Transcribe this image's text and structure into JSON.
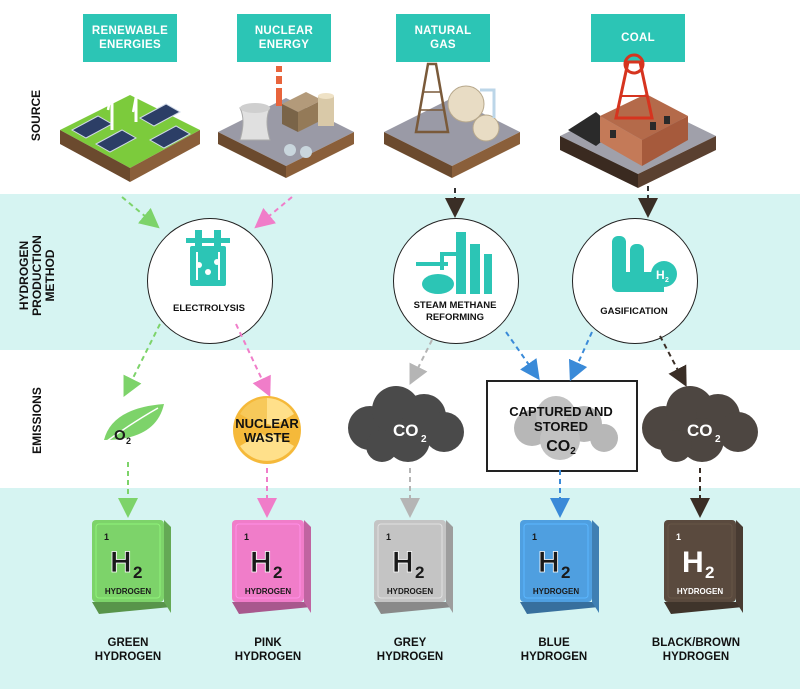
{
  "rows": {
    "source": "SOURCE",
    "method": "HYDROGEN\nPRODUCTION\nMETHOD",
    "emissions": "EMISSIONS"
  },
  "sources": [
    {
      "label": "RENEWABLE\nENERGIES"
    },
    {
      "label": "NUCLEAR\nENERGY"
    },
    {
      "label": "NATURAL\nGAS"
    },
    {
      "label": "COAL"
    }
  ],
  "methods": [
    {
      "label": "ELECTROLYSIS"
    },
    {
      "label": "STEAM METHANE\nREFORMING"
    },
    {
      "label": "GASIFICATION"
    }
  ],
  "emissions": {
    "oxygen": {
      "main": "O",
      "sub": "2"
    },
    "nuclear_waste": "NUCLEAR\nWASTE",
    "co2_grey": {
      "main": "CO",
      "sub": "2"
    },
    "captured": "CAPTURED AND\nSTORED",
    "captured_co2": {
      "main": "CO",
      "sub": "2"
    },
    "co2_black": {
      "main": "CO",
      "sub": "2"
    }
  },
  "gasification_badge": {
    "main": "H",
    "sub": "2"
  },
  "hydrogen_tiles": [
    {
      "number": "1",
      "symbol": "H",
      "sub": "2",
      "name": "HYDROGEN",
      "label": "GREEN\nHYDROGEN",
      "color": "#7dd36a"
    },
    {
      "number": "1",
      "symbol": "H",
      "sub": "2",
      "name": "HYDROGEN",
      "label": "PINK\nHYDROGEN",
      "color": "#f07dc9"
    },
    {
      "number": "1",
      "symbol": "H",
      "sub": "2",
      "name": "HYDROGEN",
      "label": "GREY\nHYDROGEN",
      "color": "#c4c4c4"
    },
    {
      "number": "1",
      "symbol": "H",
      "sub": "2",
      "name": "HYDROGEN",
      "label": "BLUE\nHYDROGEN",
      "color": "#4f9fe0"
    },
    {
      "number": "1",
      "symbol": "H",
      "sub": "2",
      "name": "HYDROGEN",
      "label": "BLACK/BROWN\nHYDROGEN",
      "color": "#5a4a3e"
    }
  ],
  "colors": {
    "band": "#d6f4f2",
    "teal": "#2cc5b5",
    "green_arrow": "#7dd36a",
    "pink_arrow": "#f07dc9",
    "grey_arrow": "#b5b5b5",
    "blue_arrow": "#3a8ad8",
    "dark_arrow": "#3a2e26"
  }
}
